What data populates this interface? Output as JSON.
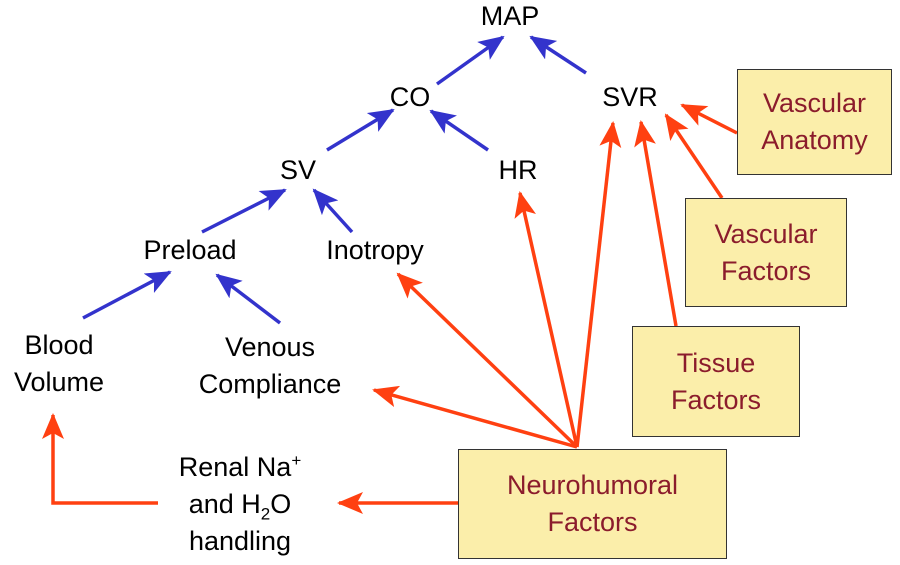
{
  "colors": {
    "blue_arrow": "#3333cc",
    "red_arrow": "#ff4011",
    "box_fill": "#fbeeaa",
    "box_text": "#8b1c2c",
    "node_text": "#000000"
  },
  "nodes": {
    "map": "MAP",
    "co": "CO",
    "svr": "SVR",
    "sv": "SV",
    "hr": "HR",
    "preload": "Preload",
    "inotropy": "Inotropy",
    "blood_volume": [
      "Blood",
      "Volume"
    ],
    "venous_compliance": [
      "Venous",
      "Compliance"
    ],
    "renal": {
      "line1": "Renal Na",
      "line1_sup": "+",
      "line2_pre": "and H",
      "line2_sub": "2",
      "line2_post": "O",
      "line3": "handling"
    }
  },
  "boxes": {
    "vascular_anatomy": [
      "Vascular",
      "Anatomy"
    ],
    "vascular_factors": [
      "Vascular",
      "Factors"
    ],
    "tissue_factors": [
      "Tissue",
      "Factors"
    ],
    "neurohumoral_factors": [
      "Neurohumoral",
      "Factors"
    ]
  }
}
